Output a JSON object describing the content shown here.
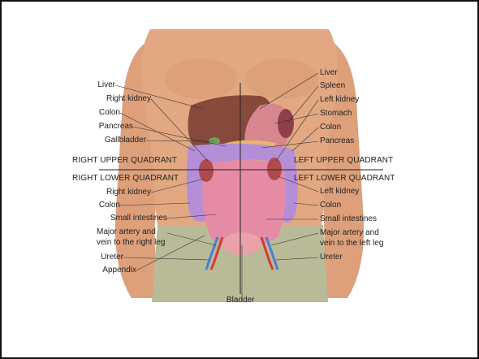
{
  "left_labels": {
    "liver": "Liver",
    "right_kidney_upper": "Right kidney",
    "colon_upper": "Colon",
    "pancreas": "Pancreas",
    "gallbladder": "Gallbladder",
    "right_kidney_lower": "Right kidney",
    "colon_lower": "Colon",
    "small_intestines": "Small intestines",
    "major_artery_line1": "Major artery and",
    "major_artery_line2": "vein to the right leg",
    "ureter": "Ureter",
    "appendix": "Appendix"
  },
  "right_labels": {
    "liver": "Liver",
    "spleen": "Spleen",
    "left_kidney_upper": "Left kidney",
    "stomach": "Stomach",
    "colon_upper": "Colon",
    "pancreas": "Pancreas",
    "left_kidney_lower": "Left kidney",
    "colon_lower": "Colon",
    "small_intestines": "Small intestines",
    "major_artery_line1": "Major artery and",
    "major_artery_line2": "vein to the left leg",
    "ureter": "Ureter"
  },
  "quadrants": {
    "right_upper": "RIGHT UPPER QUADRANT",
    "left_upper": "LEFT UPPER QUADRANT",
    "right_lower": "RIGHT LOWER QUADRANT",
    "left_lower": "LEFT LOWER QUADRANT"
  },
  "bottom_label": "Bladder",
  "colors": {
    "skin": "#e0a47e",
    "skin_shadow": "#c98a63",
    "pants": "#b7b896",
    "liver": "#8b4a3c",
    "intestine": "#e38aa3",
    "colon": "#b98fd6",
    "stomach": "#d9838f",
    "artery": "#d63b2e",
    "vein": "#4a7fd1"
  }
}
